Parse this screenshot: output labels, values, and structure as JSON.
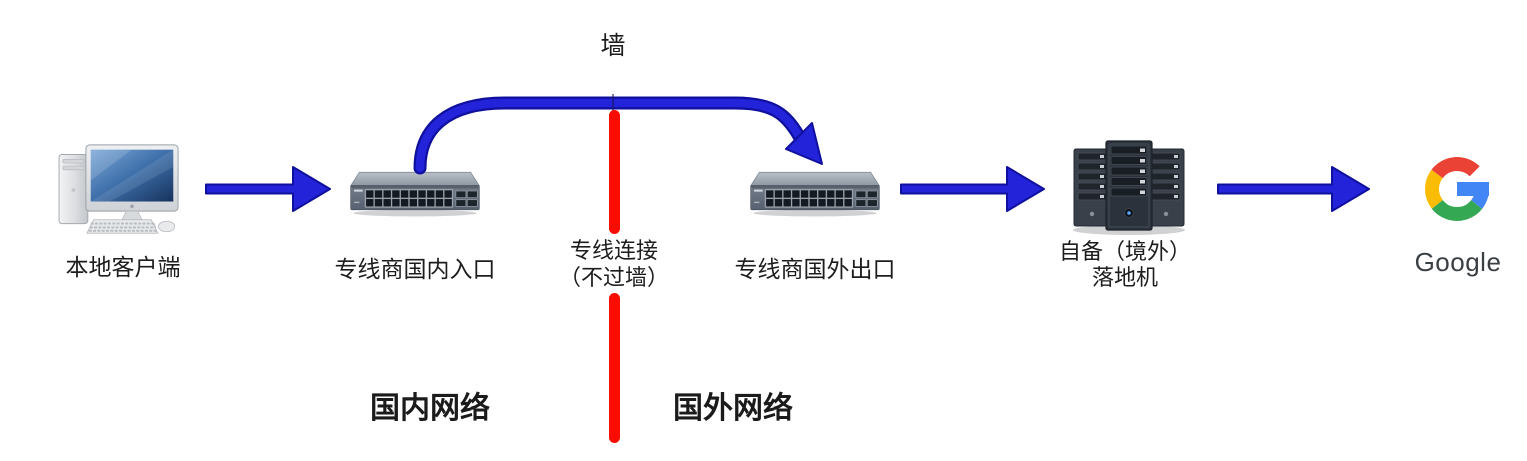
{
  "diagram": {
    "wall": {
      "top_label": "墙",
      "gap_line1": "专线连接",
      "gap_line2": "（不过墙）"
    },
    "nodes": {
      "client": {
        "label": "本地客户端"
      },
      "switch_domestic": {
        "label": "专线商国内入口"
      },
      "switch_foreign": {
        "label": "专线商国外出口"
      },
      "server": {
        "line1": "自备（境外）",
        "line2": "落地机"
      },
      "google": {
        "label": "Google"
      }
    },
    "regions": {
      "domestic": "国内网络",
      "foreign": "国外网络"
    },
    "colors": {
      "arrow_blue": "#2323d9",
      "arrow_outline": "#10109e",
      "wall_red": "#fa0c00",
      "label_text": "#1d1d1d",
      "google_text": "#3a3f44",
      "google_red": "#ea4335",
      "google_yellow": "#fbbc05",
      "google_green": "#34a853",
      "google_blue": "#4285f4"
    }
  }
}
